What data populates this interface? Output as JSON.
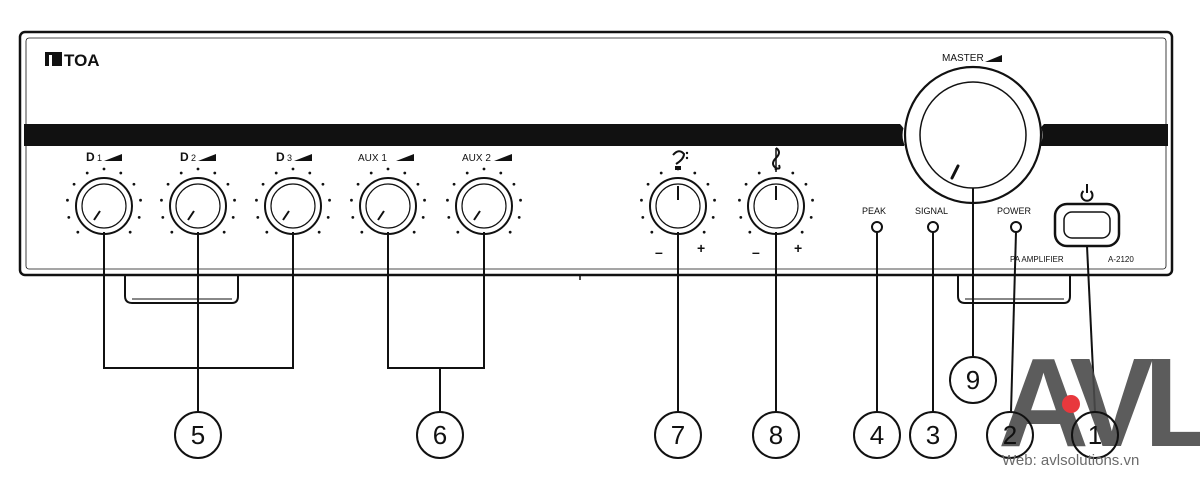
{
  "brand": {
    "logo_text": "TOA"
  },
  "panel": {
    "master_label": "MASTER",
    "model_label": "PA AMPLIFIER",
    "model_number": "A-2120",
    "indicators": [
      {
        "label": "PEAK"
      },
      {
        "label": "SIGNAL"
      },
      {
        "label": "POWER"
      }
    ],
    "mic_knobs": [
      {
        "number": "1"
      },
      {
        "number": "2"
      },
      {
        "number": "3"
      }
    ],
    "aux_knobs": [
      {
        "label": "AUX 1"
      },
      {
        "label": "AUX 2"
      }
    ],
    "tone_signs": {
      "minus": "–",
      "plus": "+"
    }
  },
  "callouts": {
    "c1": "1",
    "c2": "2",
    "c3": "3",
    "c4": "4",
    "c5": "5",
    "c6": "6",
    "c7": "7",
    "c8": "8",
    "c9": "9"
  },
  "watermark": {
    "logo_text": "AVL",
    "web": "Web: avlsolutions.vn",
    "dot_color": "#e8383d"
  }
}
